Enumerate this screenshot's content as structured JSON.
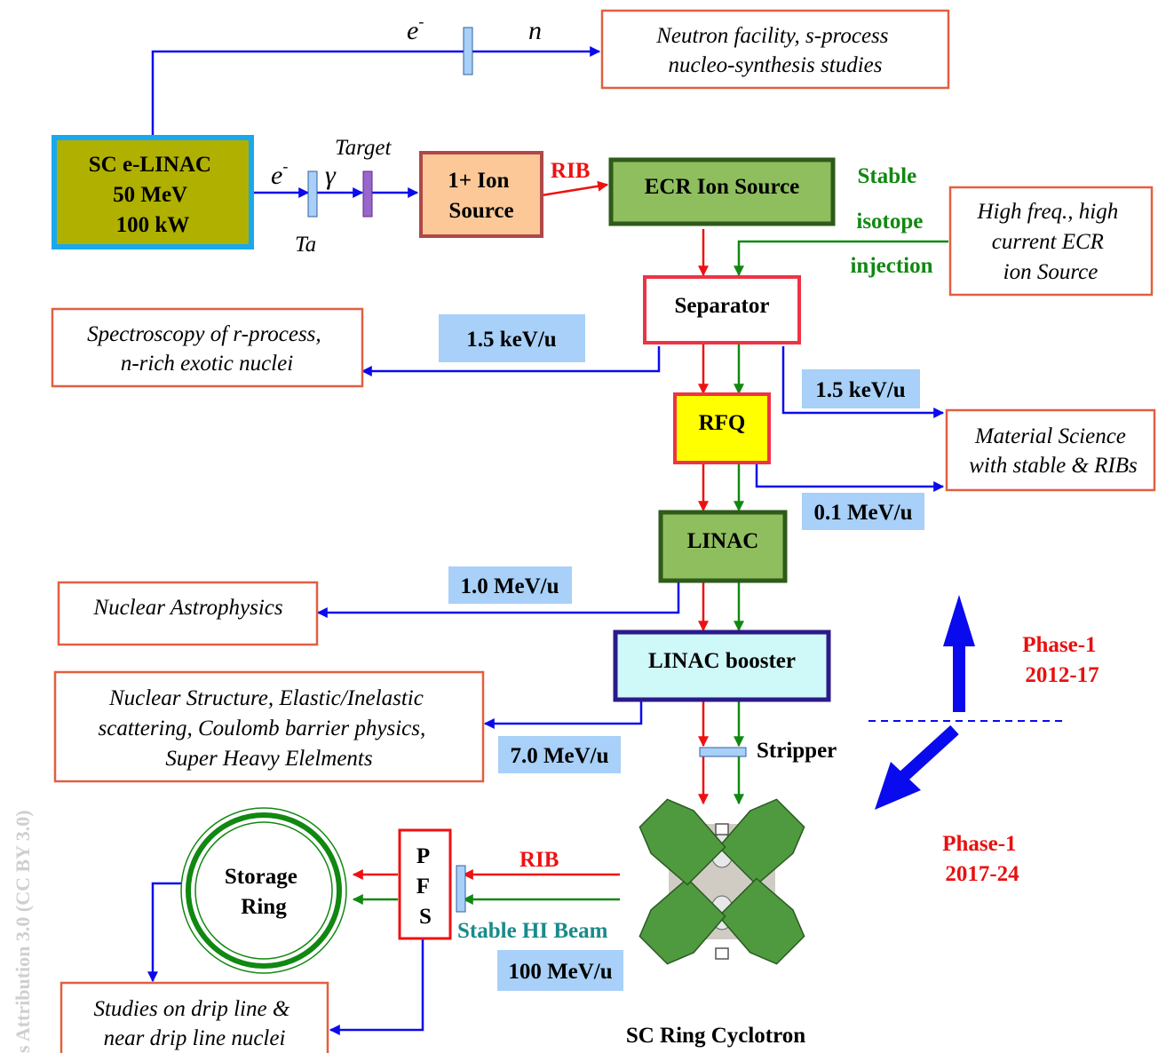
{
  "facilities": {
    "elinac": [
      "SC e-LINAC",
      "50 MeV",
      "100 kW"
    ],
    "ion_source_1plus": [
      "1+ Ion",
      "Source"
    ],
    "ecr": "ECR Ion Source",
    "separator": "Separator",
    "rfq": "RFQ",
    "linac": "LINAC",
    "booster": "LINAC booster",
    "pfs": [
      "P",
      "F",
      "S"
    ],
    "storage_ring": [
      "Storage",
      "Ring"
    ],
    "cyclotron_label": "SC Ring Cyclotron"
  },
  "experiments": {
    "neutron": [
      "Neutron facility, s-process",
      "nucleo-synthesis studies"
    ],
    "high_freq_ecr": [
      "High freq., high",
      "current ECR",
      "ion Source"
    ],
    "spectroscopy": [
      "Spectroscopy of r-process,",
      "n-rich exotic nuclei"
    ],
    "material_science": [
      "Material Science",
      "with stable & RIBs"
    ],
    "astrophysics": "Nuclear Astrophysics",
    "nuclear_structure": [
      "Nuclear Structure, Elastic/Inelastic",
      "scattering, Coulomb barrier physics,",
      "Super Heavy Elelments"
    ],
    "drip_line": [
      "Studies on drip line &",
      "near drip line nuclei"
    ]
  },
  "labels": {
    "e_minus_top": "e",
    "e_minus_top_sup": "-",
    "n": "n",
    "e_minus_mid": "e",
    "e_minus_mid_sup": "-",
    "gamma": "γ",
    "target": "Target",
    "ta": "Ta",
    "rib_ecr": "RIB",
    "stable_injection": [
      "Stable",
      "isotope",
      "injection"
    ],
    "stripper": "Stripper",
    "rib_pfs": "RIB",
    "stable_hi_beam": "Stable HI Beam",
    "phase1_a": [
      "Phase-1",
      "2012-17"
    ],
    "phase1_b": [
      "Phase-1",
      "2017-24"
    ],
    "credit": "s Attribution 3.0 (CC BY 3.0)"
  },
  "energies": {
    "sep_left": "1.5 keV/u",
    "sep_right": "1.5 keV/u",
    "rfq": "0.1 MeV/u",
    "linac": "1.0 MeV/u",
    "booster": "7.0 MeV/u",
    "cyclotron": "100 MeV/u"
  },
  "colors": {
    "blue": "#0a0aee",
    "red": "#ee1111",
    "green": "#118811",
    "orange_border": "#e06040",
    "phase_red": "#e81010",
    "energy_bg": "#a8d0f8",
    "elinac_fill": "#b0b000",
    "elinac_border": "#19a8ee",
    "ecr_fill": "#8fbe5f",
    "ecr_border": "#2e5a1a",
    "ion_fill": "#fcc898",
    "ion_border": "#b04848",
    "rfq_fill": "#ffff00",
    "booster_fill": "#cff8f8",
    "booster_border": "#2b1a88",
    "stable_hi_color": "#1a8a8a",
    "cyclotron_green": "#4f9a3f"
  }
}
